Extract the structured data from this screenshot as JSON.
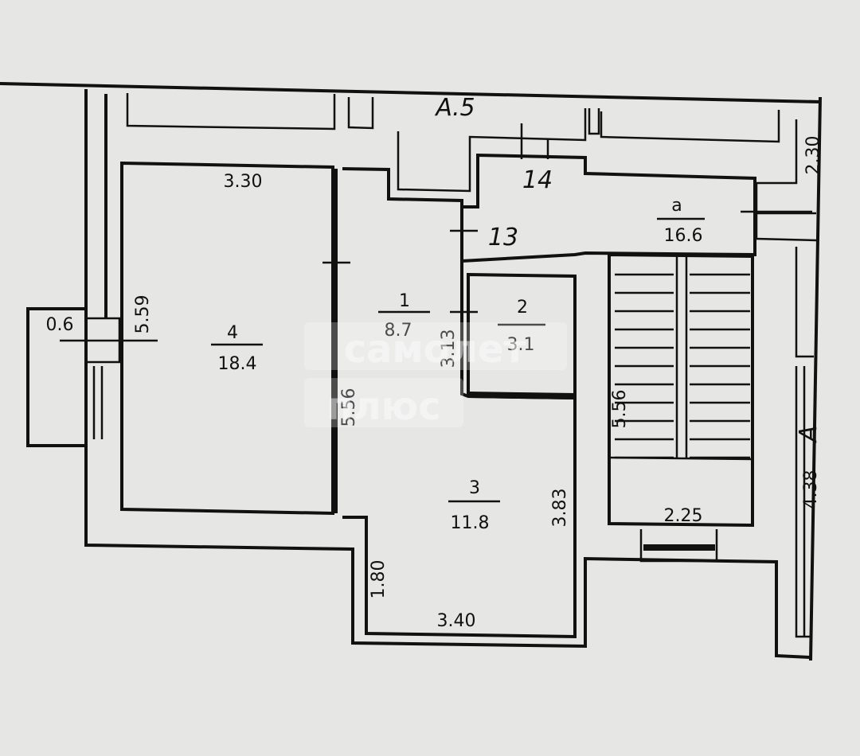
{
  "rooms": [
    {
      "number": "4",
      "area": "18.4"
    },
    {
      "number": "1",
      "area": "8.7"
    },
    {
      "number": "2",
      "area": "3.1"
    },
    {
      "number": "3",
      "area": "11.8"
    },
    {
      "number": "a",
      "area": "16.6"
    }
  ],
  "dimensions": [
    "3.30",
    "5.59",
    "0.6",
    "5.56",
    "3.13",
    "3.83",
    "1.80",
    "3.40",
    "2.25",
    "5.56",
    "4.38",
    "2.30"
  ],
  "annotations": {
    "top": "А.5",
    "mark_14": "14",
    "mark_13": "13",
    "right": "А"
  },
  "watermark": {
    "line1": "самолет",
    "line2": "плюс"
  }
}
